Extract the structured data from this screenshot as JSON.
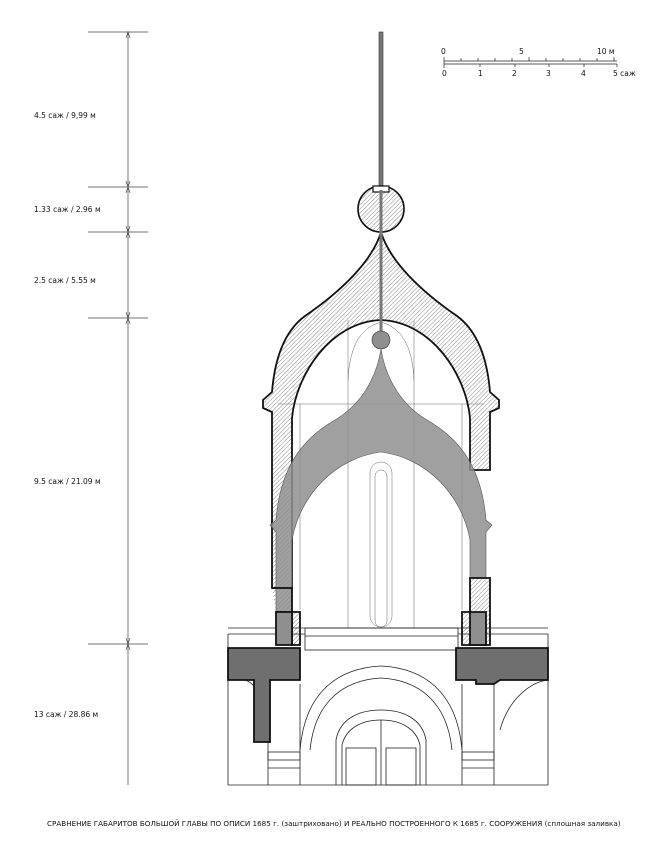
{
  "colors": {
    "background": "#ffffff",
    "line": "#1a1a1a",
    "thin_line": "#555555",
    "hatch": "#9a9a9a",
    "fill_built": "#8f8f8f",
    "fill_dark": "#6f6f6f"
  },
  "scale": {
    "meters_labels": [
      "0",
      "5",
      "10 м"
    ],
    "sazhen_labels": [
      "0",
      "1",
      "2",
      "3",
      "4",
      "5 саж"
    ]
  },
  "dimensions": [
    {
      "label": "4.5 саж / 9,99 м"
    },
    {
      "label": "1.33 саж / 2.96 м"
    },
    {
      "label": "2.5 саж / 5.55 м"
    },
    {
      "label": "9.5 саж / 21.09 м"
    },
    {
      "label": "13 саж / 28.86 м"
    }
  ],
  "caption": "СРАВНЕНИЕ ГАБАРИТОВ БОЛЬШОЙ ГЛАВЫ ПО ОПИСИ 1685 г. (заштриховано) И РЕАЛЬНО ПОСТРОЕННОГО К 1685 г. СООРУЖЕНИЯ (сплошная заливка)",
  "icons": {
    "drawing": "architectural-section-drawing"
  }
}
